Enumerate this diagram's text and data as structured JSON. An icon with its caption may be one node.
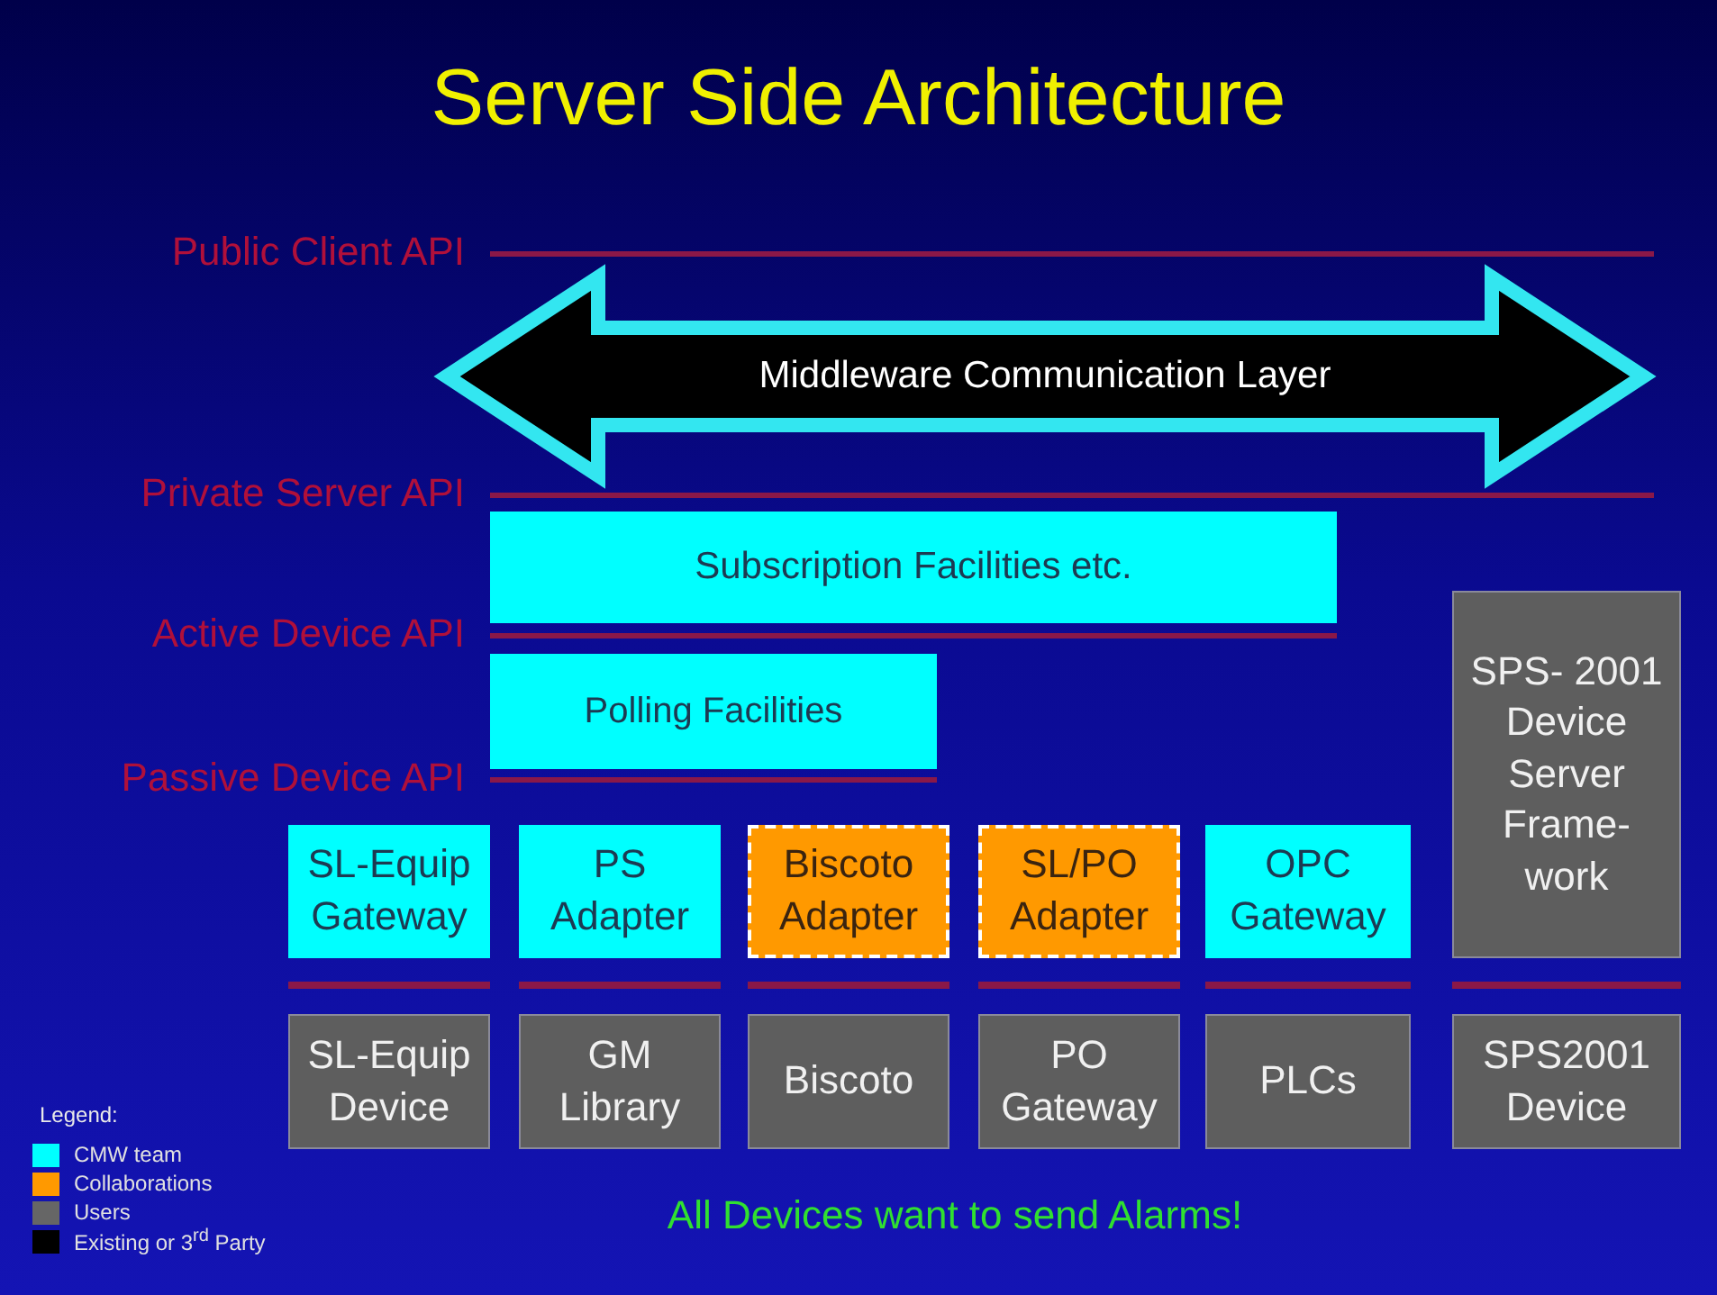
{
  "diagram": {
    "title": "Server Side Architecture",
    "nodes": [
      {
        "text": [
          "Middleware Communication Layer"
        ]
      },
      {
        "text": [
          "Subscription Facilities etc."
        ]
      },
      {
        "text": [
          "Polling Facilities"
        ]
      },
      {
        "text": [
          "SL-Equip Gateway"
        ]
      },
      {
        "text": [
          "PS Adapter"
        ]
      },
      {
        "text": [
          "Biscoto Adapter"
        ]
      },
      {
        "text": [
          "SL/PO Adapter"
        ]
      },
      {
        "text": [
          "OPC Gateway"
        ]
      },
      {
        "text": [
          "SPS- 2001 Device Server Frame- work"
        ]
      },
      {
        "text": [
          "SL-Equip Device"
        ]
      },
      {
        "text": [
          "GM Library"
        ]
      },
      {
        "text": [
          "Biscoto"
        ]
      },
      {
        "text": [
          "PO Gateway"
        ]
      },
      {
        "text": [
          "PLCs"
        ]
      },
      {
        "text": [
          "SPS2001 Device"
        ]
      }
    ],
    "labels": [
      "Public Client API",
      "Private Server API",
      "Active Device API",
      "Passive Device API",
      "Legend:",
      "All Devices want to send Alarms!"
    ],
    "legend": [
      {
        "text": "CMW team",
        "color": "#00ffff"
      },
      {
        "text": "Collaborations",
        "color": "#ff9900"
      },
      {
        "text": "Users",
        "color": "#666666"
      },
      {
        "text": "Existing or 3$^{rd}$ Party",
        "color": "#000000"
      }
    ]
  }
}
